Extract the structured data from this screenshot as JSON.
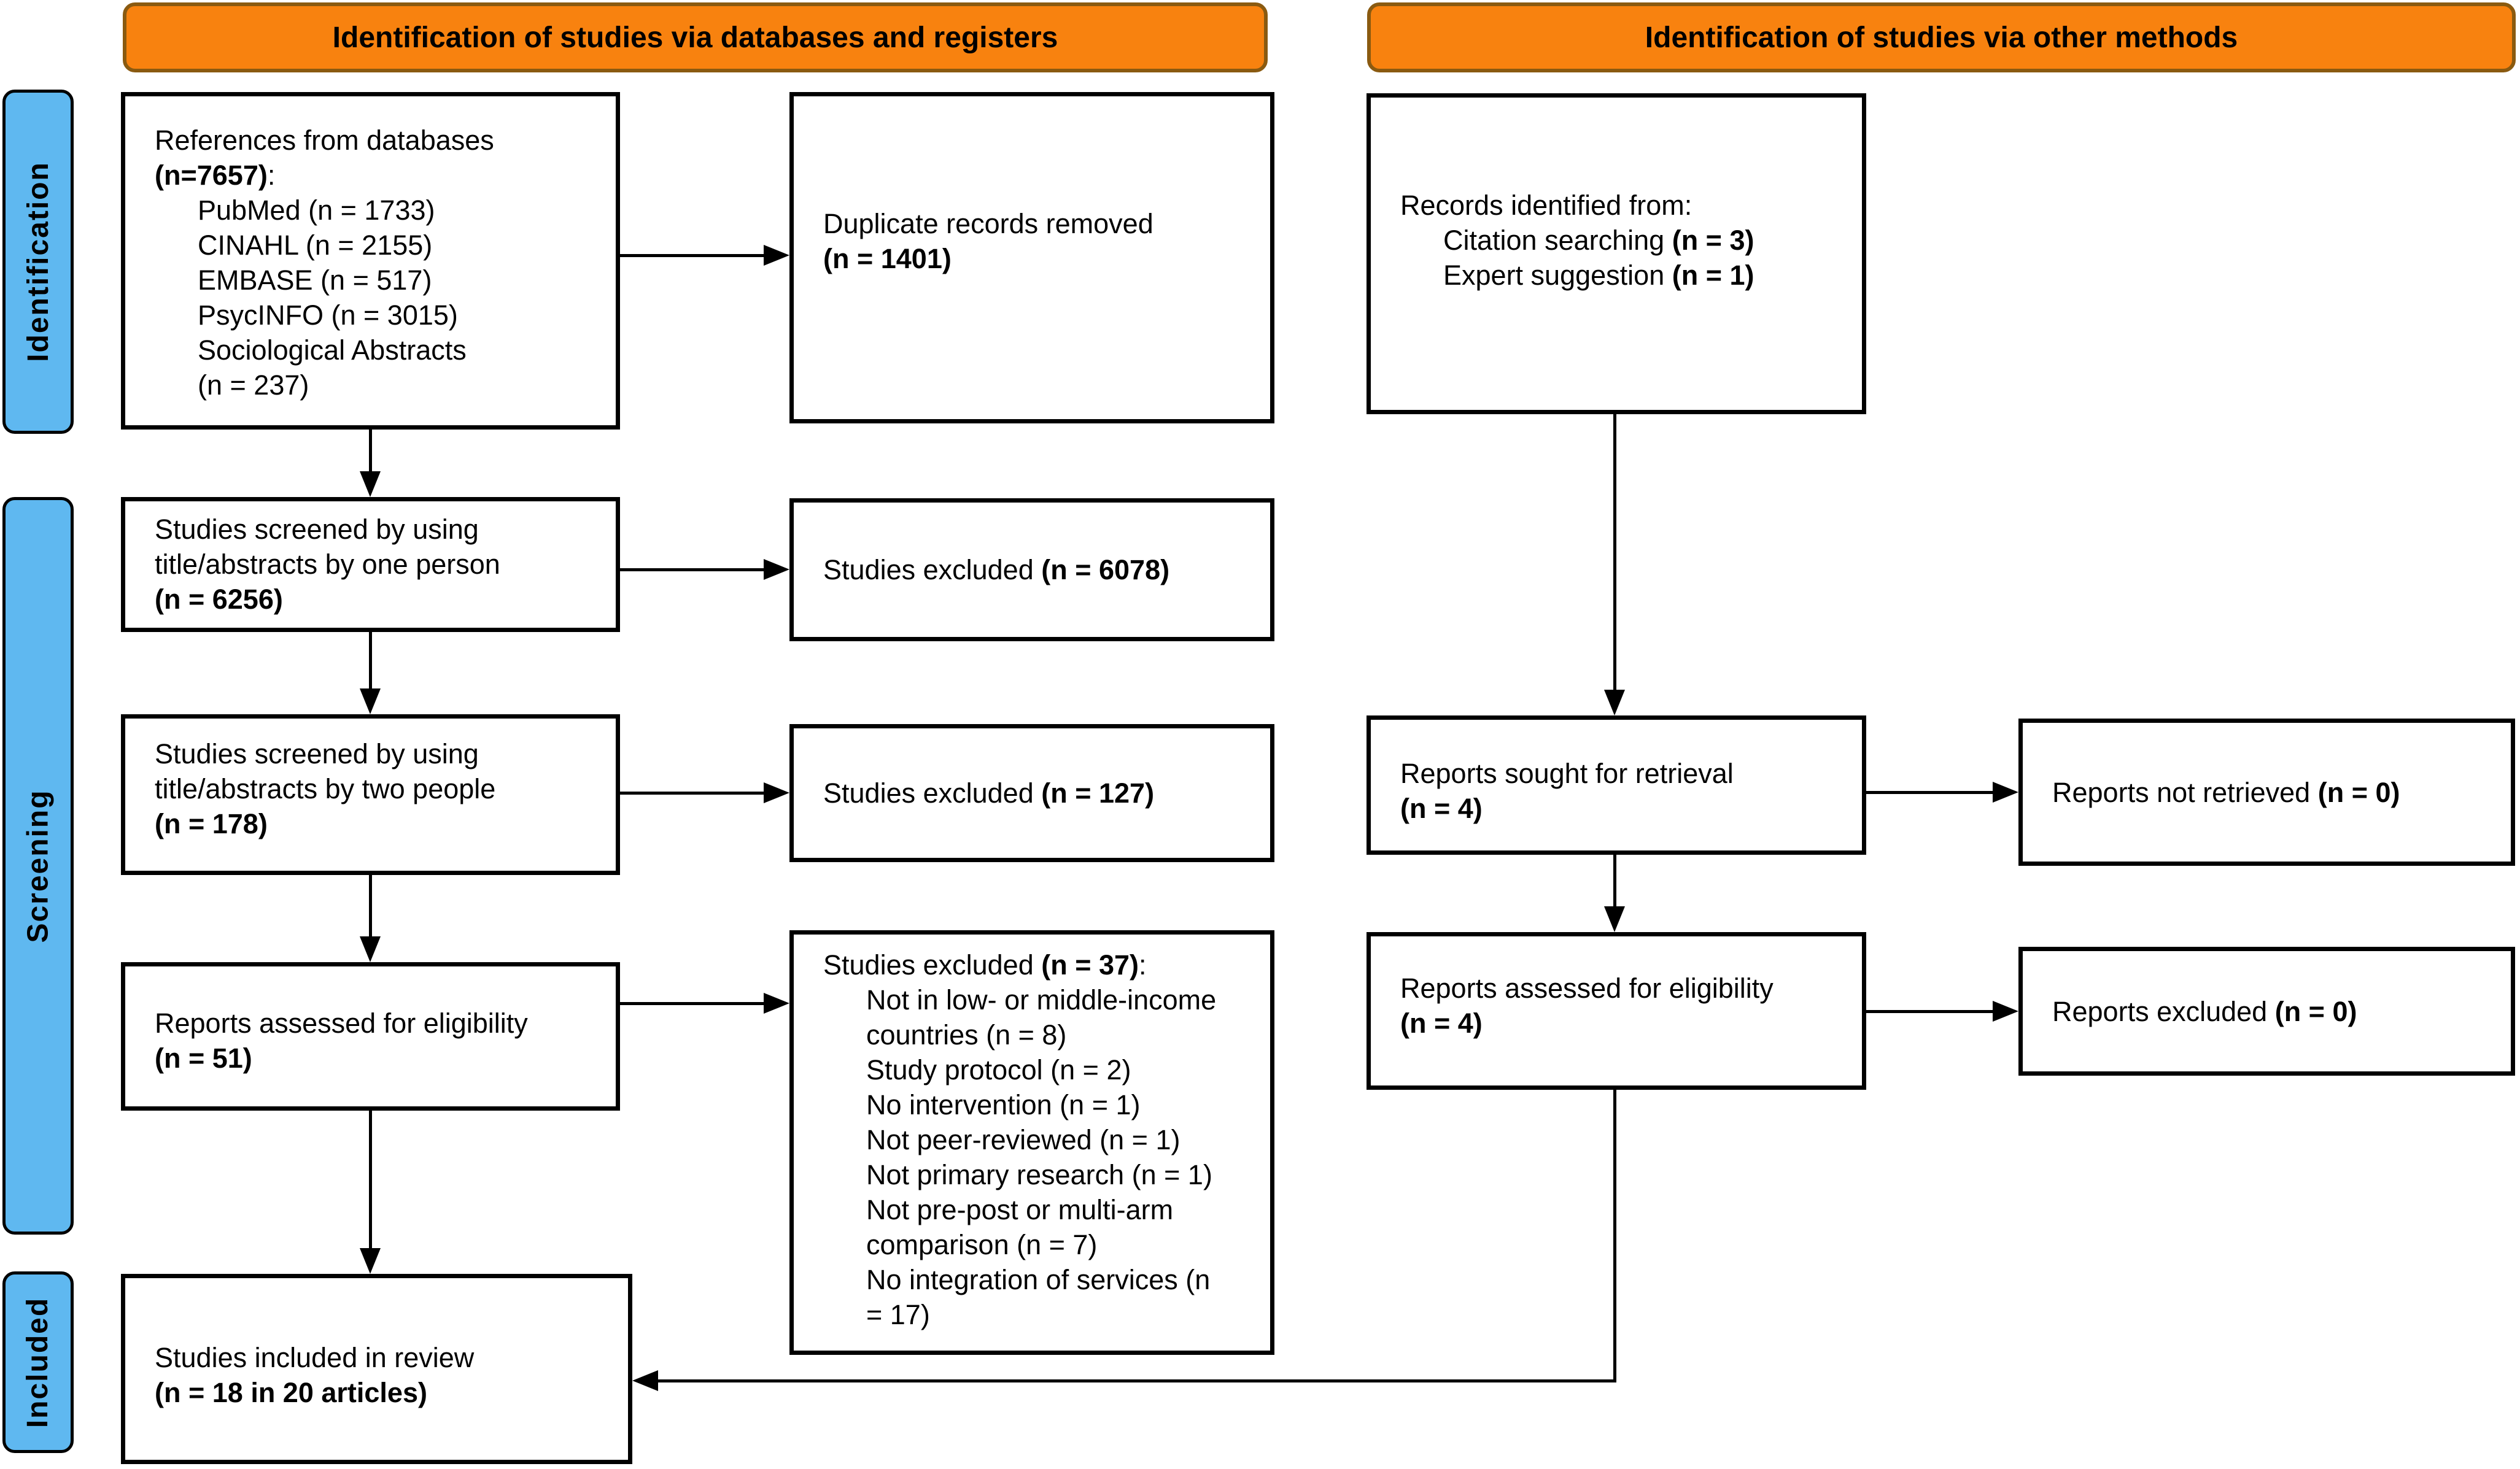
{
  "colors": {
    "header_fill": "#F8820F",
    "header_border": "#8A5A10",
    "tab_fill": "#5FB8F0",
    "tab_border": "#000000",
    "box_border": "#000000",
    "arrow": "#000000",
    "text": "#000000",
    "background": "#FFFFFF"
  },
  "headers": [
    {
      "label": "Identification of studies via databases and registers"
    },
    {
      "label": "Identification of studies via other methods"
    }
  ],
  "sidebar": [
    {
      "label": "Identification"
    },
    {
      "label": "Screening"
    },
    {
      "label": "Included"
    }
  ],
  "boxes": {
    "references": {
      "lines": [
        {
          "pre": "References from databases"
        },
        {
          "bold": "(n=7657)",
          "post": ":"
        },
        {
          "pre": "PubMed (n = 1733)"
        },
        {
          "pre": "CINAHL (n = 2155)"
        },
        {
          "pre": "EMBASE (n = 517)"
        },
        {
          "pre": "PsycINFO (n = 3015)"
        },
        {
          "pre": "Sociological Abstracts"
        },
        {
          "pre": "(n = 237)"
        }
      ]
    },
    "duplicates": {
      "lines": [
        {
          "pre": "Duplicate records removed"
        },
        {
          "bold": "(n = 1401)"
        }
      ]
    },
    "screened_one": {
      "lines": [
        {
          "pre": "Studies screened by using"
        },
        {
          "pre": "title/abstracts by one person"
        },
        {
          "bold": "(n = 6256)"
        }
      ]
    },
    "excluded_6078": {
      "lines": [
        {
          "pre": "Studies excluded ",
          "bold": "(n = 6078)"
        }
      ]
    },
    "screened_two": {
      "lines": [
        {
          "pre": "Studies screened by using"
        },
        {
          "pre": "title/abstracts by two people"
        },
        {
          "bold": "(n = 178)"
        }
      ]
    },
    "excluded_127": {
      "lines": [
        {
          "pre": "Studies excluded ",
          "bold": "(n = 127)"
        }
      ]
    },
    "assessed_db": {
      "lines": [
        {
          "pre": "Reports assessed for eligibility"
        },
        {
          "bold": "(n = 51)"
        }
      ]
    },
    "excluded_37": {
      "lines": [
        {
          "pre": "Studies excluded ",
          "bold": "(n = 37)",
          "post": ":"
        },
        {
          "pre": "Not in low- or middle-income"
        },
        {
          "pre": "countries (n = 8)"
        },
        {
          "pre": "Study protocol (n = 2)"
        },
        {
          "pre": "No intervention (n = 1)"
        },
        {
          "pre": "Not peer-reviewed (n = 1)"
        },
        {
          "pre": "Not primary research (n = 1)"
        },
        {
          "pre": "Not pre-post or multi-arm"
        },
        {
          "pre": "comparison (n = 7)"
        },
        {
          "pre": "No integration of services (n"
        },
        {
          "pre": "= 17)"
        }
      ]
    },
    "included": {
      "lines": [
        {
          "pre": "Studies included in review"
        },
        {
          "bold": "(n = 18 in 20 articles)"
        }
      ]
    },
    "records_other": {
      "lines": [
        {
          "pre": "Records identified from:"
        },
        {
          "pre": "Citation searching ",
          "bold": "(n = 3)"
        },
        {
          "pre": "Expert suggestion ",
          "bold": "(n = 1)"
        }
      ]
    },
    "sought": {
      "lines": [
        {
          "pre": "Reports sought for retrieval"
        },
        {
          "bold": "(n = 4)"
        }
      ]
    },
    "not_retrieved": {
      "lines": [
        {
          "pre": "Reports not retrieved ",
          "bold": "(n = 0)"
        }
      ]
    },
    "assessed_other": {
      "lines": [
        {
          "pre": "Reports assessed for eligibility"
        },
        {
          "bold": "(n = 4)"
        }
      ]
    },
    "reports_excluded": {
      "lines": [
        {
          "pre": "Reports excluded ",
          "bold": "(n = 0)"
        }
      ]
    }
  }
}
